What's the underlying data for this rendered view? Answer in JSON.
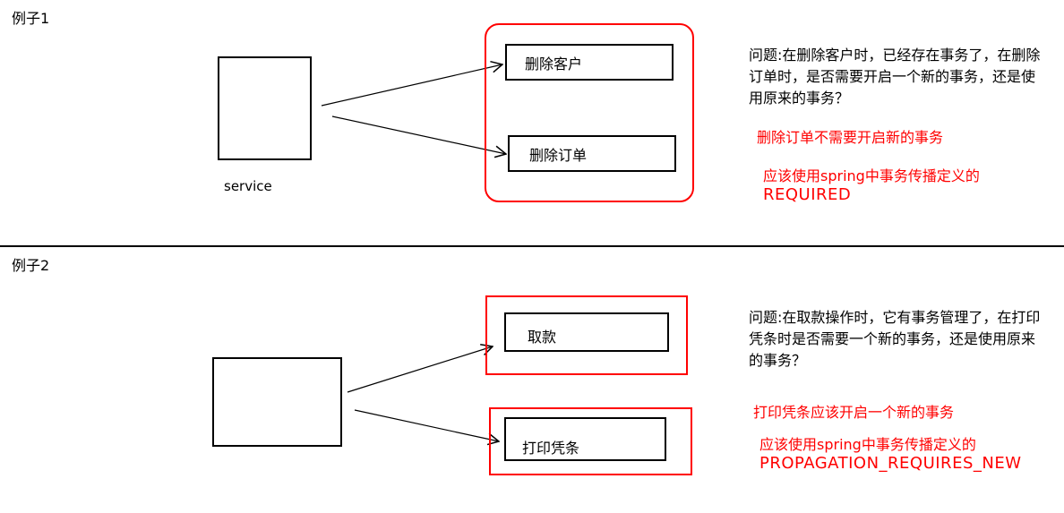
{
  "colors": {
    "background": "#ffffff",
    "line": "#000000",
    "highlight": "#ff0000"
  },
  "example1": {
    "title": "例子1",
    "service_label": "service",
    "task_boxes": [
      "删除客户",
      "删除订单"
    ],
    "question_lines": [
      "问题:在删除客户时，已经存在事务了，在删除",
      "订单时，是否需要开启一个新的事务，还是使",
      "用原来的事务？"
    ],
    "answer_note": "删除订单不需要开启新的事务",
    "solution_lines": [
      "应该使用spring中事务传播定义的",
      "REQUIRED"
    ]
  },
  "example2": {
    "title": "例子2",
    "task_boxes": [
      "取款",
      "打印凭条"
    ],
    "question_lines": [
      "问题:在取款操作时，它有事务管理了，在打印",
      "凭条时是否需要一个新的事务，还是使用原来",
      "的事务？"
    ],
    "answer_note": "打印凭条应该开启一个新的事务",
    "solution_lines": [
      "应该使用spring中事务传播定义的",
      "PROPAGATION_REQUIRES_NEW"
    ]
  }
}
